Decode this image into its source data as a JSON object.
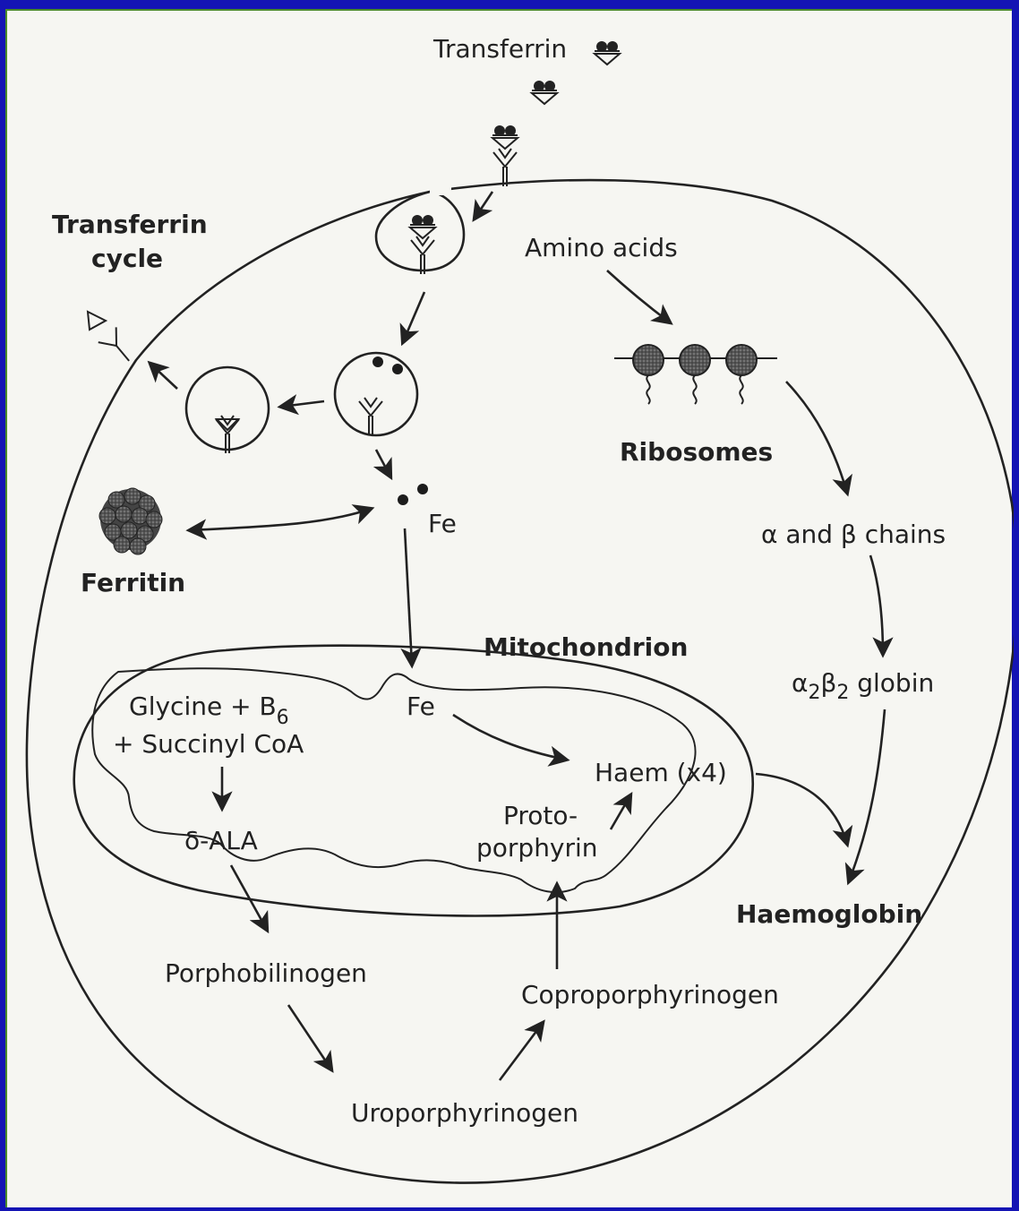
{
  "labels": {
    "transferrin": "Transferrin",
    "transferrin_cycle_1": "Transferrin",
    "transferrin_cycle_2": "cycle",
    "amino_acids": "Amino acids",
    "ribosomes": "Ribosomes",
    "fe_top": "Fe",
    "ferritin": "Ferritin",
    "chains": "α and β chains",
    "globin_a": "α",
    "globin_a_sub": "2",
    "globin_b": "β",
    "globin_b_sub": "2",
    "globin_word": " globin",
    "mitochondrion": "Mitochondrion",
    "glycine": "Glycine + B",
    "glycine_sub": "6",
    "succinyl": "+ Succinyl CoA",
    "fe_mito": "Fe",
    "haem": "Haem (x4)",
    "proto_1": "Proto-",
    "proto_2": "porphyrin",
    "ala": "δ-ALA",
    "haemoglobin": "Haemoglobin",
    "porphobilinogen": "Porphobilinogen",
    "coproporphyrinogen": "Coproporphyrinogen",
    "uroporphyrinogen": "Uroporphyrinogen"
  },
  "colors": {
    "background": "#1414b4",
    "paper": "#f6f6f2",
    "ink": "#222222"
  }
}
